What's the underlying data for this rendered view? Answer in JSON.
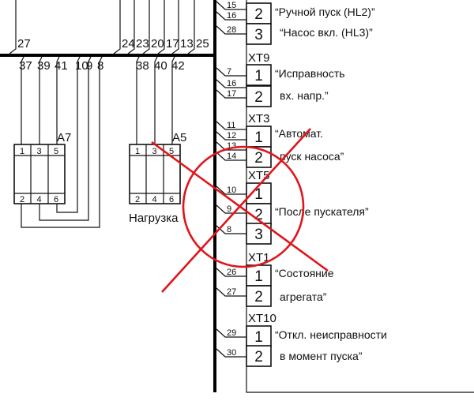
{
  "top_wires": [
    "27",
    "24",
    "23",
    "20",
    "17",
    "13",
    "25"
  ],
  "bottom_wires_a7": [
    "37",
    "39",
    "41",
    "10",
    "9",
    "8"
  ],
  "bottom_wires_a5": [
    "38",
    "40",
    "42"
  ],
  "modules": [
    {
      "name": "A7",
      "top_pins": [
        "1",
        "3",
        "5"
      ],
      "bottom_pins": [
        "2",
        "4",
        "6"
      ]
    },
    {
      "name": "A5",
      "top_pins": [
        "1",
        "3",
        "5"
      ],
      "bottom_pins": [
        "2",
        "4",
        "6"
      ],
      "caption": "Нагрузка"
    }
  ],
  "terminals": [
    {
      "name": "",
      "cells": [
        "2",
        "3"
      ],
      "wires": [
        "15",
        "16",
        "28"
      ],
      "desc": [
        "“Ручной пуск (HL2)”",
        "“Насос вкл. (HL3)”"
      ]
    },
    {
      "name": "XT9",
      "cells": [
        "1",
        "2"
      ],
      "wires": [
        "7",
        "16",
        "17"
      ],
      "desc": [
        "“Исправность",
        "вх. напр.”"
      ]
    },
    {
      "name": "XT3",
      "cells": [
        "1",
        "2"
      ],
      "wires": [
        "11",
        "12",
        "13",
        "14"
      ],
      "desc": [
        "“Автомат.",
        "пуск насоса”"
      ]
    },
    {
      "name": "XT5",
      "cells": [
        "1",
        "2",
        "3"
      ],
      "wires": [
        "10",
        "9",
        "8"
      ],
      "desc": [
        "",
        "“После пускателя”",
        ""
      ]
    },
    {
      "name": "XT1",
      "cells": [
        "1",
        "2"
      ],
      "wires": [
        "26",
        "27"
      ],
      "desc": [
        "“Состояние",
        "агрегата”"
      ]
    },
    {
      "name": "XT10",
      "cells": [
        "1",
        "2"
      ],
      "wires": [
        "29",
        "30"
      ],
      "desc": [
        "“Откл. неисправности",
        "в момент пуска”"
      ]
    }
  ],
  "colors": {
    "line": "#111111",
    "strike": "#e0141b"
  }
}
